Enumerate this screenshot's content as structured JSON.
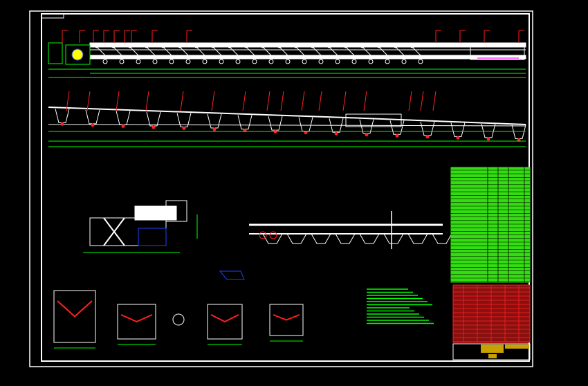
{
  "drawing": {
    "background": "#000000",
    "colors": {
      "frame": "#ffffff",
      "geometry": "#ffffff",
      "dimension": "#00ff00",
      "leader": "#ff2020",
      "accent_blue": "#2040ff",
      "accent_yellow": "#ffff00",
      "accent_magenta": "#ff40ff",
      "table_fill": "#33dd11",
      "parts_list_fill": "#8a1010"
    },
    "views": [
      "top-view",
      "side-elevation",
      "drive-section",
      "tail-section",
      "idler-details",
      "parts-table",
      "title-block"
    ]
  }
}
